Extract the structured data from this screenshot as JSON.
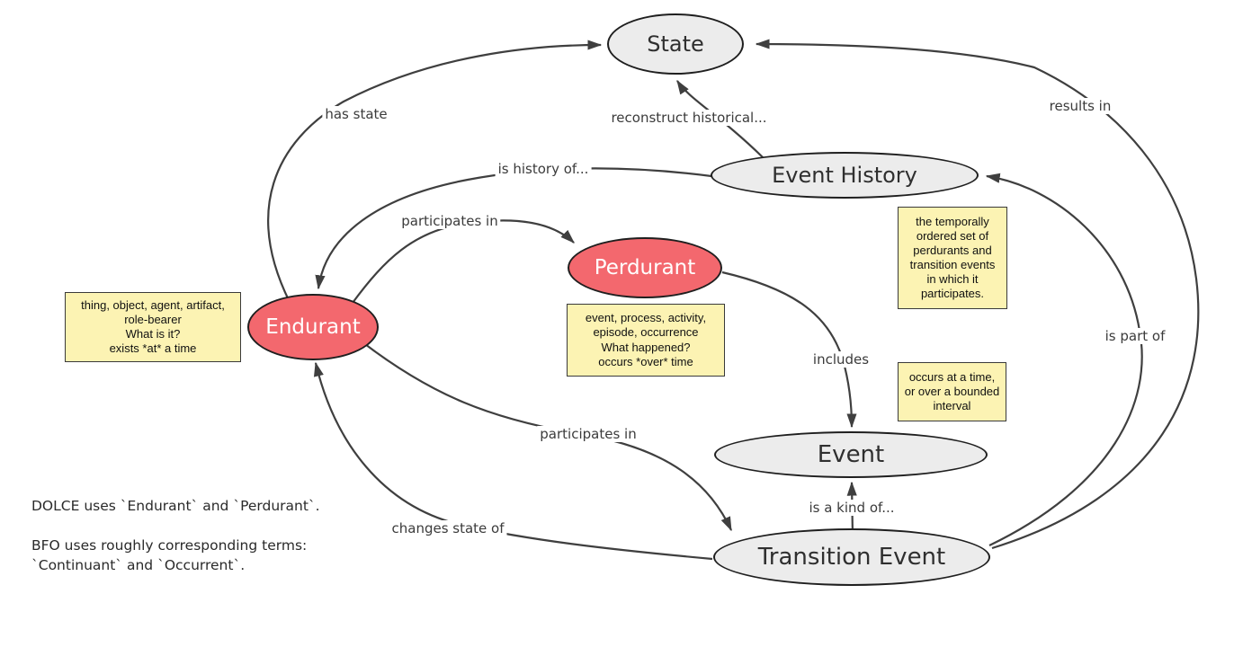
{
  "nodes": {
    "state": {
      "label": "State",
      "type": "gray"
    },
    "event_history": {
      "label": "Event History",
      "type": "gray"
    },
    "perdurant": {
      "label": "Perdurant",
      "type": "red"
    },
    "endurant": {
      "label": "Endurant",
      "type": "red"
    },
    "event": {
      "label": "Event",
      "type": "gray"
    },
    "transition_event": {
      "label": "Transition Event",
      "type": "gray"
    }
  },
  "edge_labels": {
    "has_state": "has state",
    "reconstruct_historical": "reconstruct historical...",
    "results_in": "results in",
    "is_history_of": "is history of...",
    "participates_in_upper": "participates in",
    "includes": "includes",
    "is_part_of": "is part of",
    "participates_in_lower": "participates in",
    "changes_state_of": "changes state of",
    "is_a_kind_of": "is a kind of..."
  },
  "notes": {
    "endurant_note": "thing, object, agent, artifact,\nrole-bearer\nWhat is it?\nexists *at* a time",
    "perdurant_note": "event, process, activity,\nepisode, occurrence\nWhat happened?\noccurs *over* time",
    "event_history_note": "the temporally\nordered set of\nperdurants and\ntransition events\nin which it\nparticipates.",
    "event_note": "occurs at a time,\nor over a bounded\ninterval"
  },
  "footnotes": {
    "line1": "DOLCE uses `Endurant` and `Perdurant`.",
    "line2": "BFO uses roughly corresponding terms:",
    "line3": "`Continuant` and `Occurrent`."
  },
  "colors": {
    "node_red": "#f3686e",
    "node_gray": "#ececec",
    "node_stroke": "#1f1f1f",
    "note_yellow": "#fcf3b3",
    "edge": "#3f3f3f",
    "text_dark": "#3b3b3b"
  }
}
